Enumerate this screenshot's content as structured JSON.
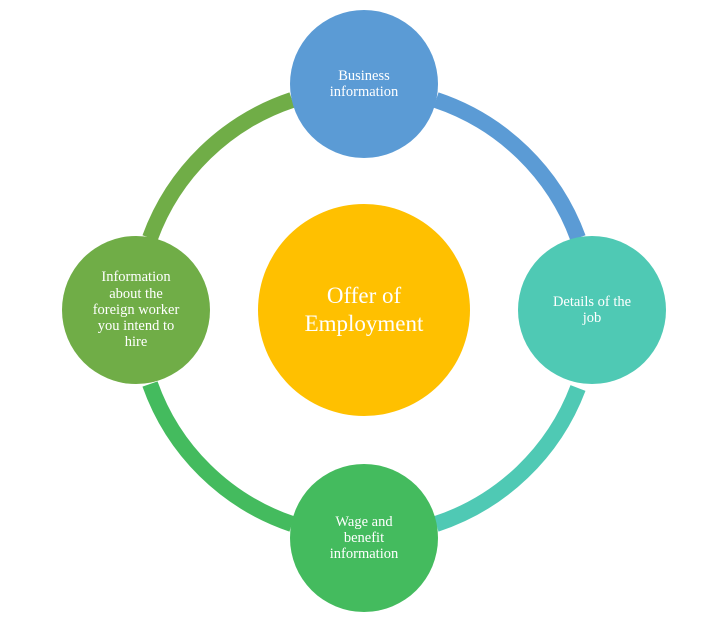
{
  "center": {
    "label": "Offer of\nEmployment",
    "color": "#FFC000"
  },
  "nodes": [
    {
      "id": "business",
      "label": "Business\ninformation",
      "color": "#5B9BD5"
    },
    {
      "id": "job",
      "label": "Details of the\njob",
      "color": "#4FC9B4"
    },
    {
      "id": "wage",
      "label": "Wage and\nbenefit\ninformation",
      "color": "#44BB5E"
    },
    {
      "id": "worker",
      "label": "Information\nabout the\nforeign worker\nyou intend to\nhire",
      "color": "#70AD47"
    }
  ],
  "ring_colors": [
    "#5B9BD5",
    "#4FC9B4",
    "#44BB5E",
    "#70AD47"
  ]
}
